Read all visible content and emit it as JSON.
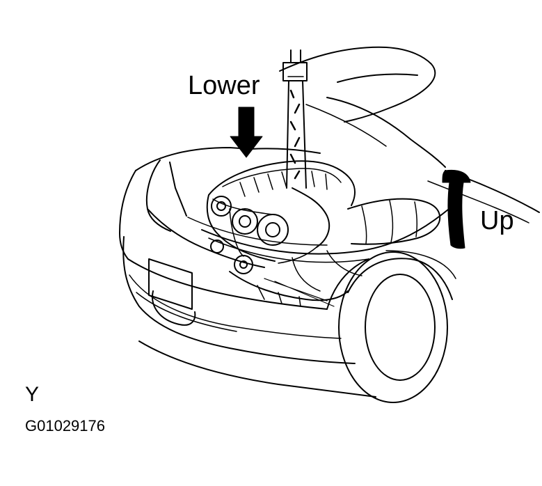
{
  "labels": {
    "lower": "Lower",
    "up": "Up",
    "view": "Y",
    "figure_id": "G01029176"
  },
  "colors": {
    "ink": "#000000",
    "paper": "#ffffff"
  },
  "icons": {
    "lower_arrow": "arrow-down-icon",
    "up_arrow": "curved-arrow-up-icon"
  }
}
